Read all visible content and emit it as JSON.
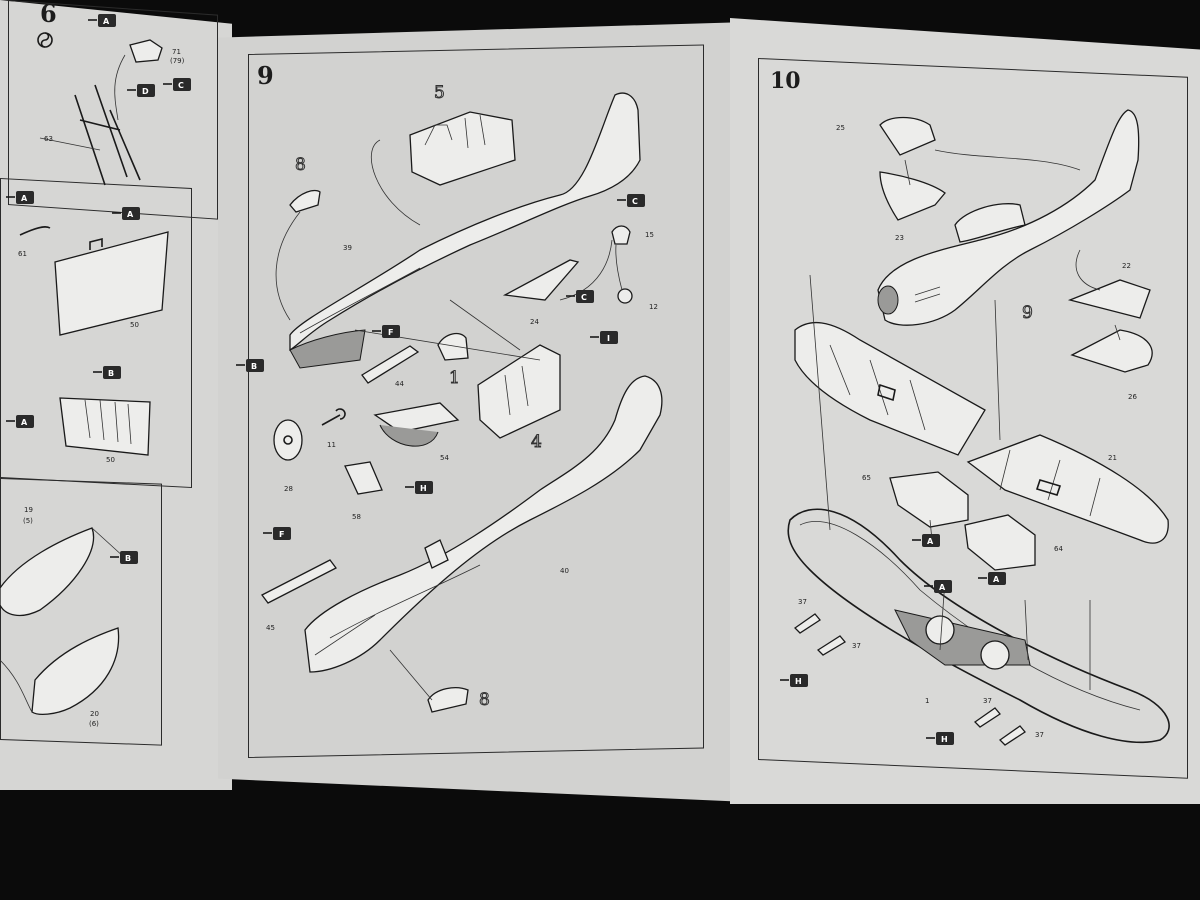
{
  "steps": {
    "left_step": "6",
    "center_step": "9",
    "right_step": "10"
  },
  "callouts": {
    "left": [
      "A",
      "D",
      "C",
      "A",
      "A",
      "B",
      "A",
      "B"
    ],
    "center": [
      "C",
      "C",
      "I",
      "F",
      "B",
      "H",
      "F"
    ],
    "right": [
      "A",
      "A",
      "A",
      "H",
      "H"
    ]
  },
  "part_numbers": {
    "left": [
      "71",
      "(79)",
      "63",
      "61",
      "50",
      "50",
      "19",
      "(5)",
      "20",
      "(6)"
    ],
    "center": [
      "39",
      "15",
      "12",
      "24",
      "44",
      "11",
      "28",
      "54",
      "58",
      "45",
      "40"
    ],
    "right": [
      "25",
      "23",
      "22",
      "26",
      "21",
      "65",
      "64",
      "37",
      "37",
      "1",
      "37",
      "37"
    ]
  },
  "outline_numbers": {
    "center": [
      "5",
      "8",
      "1",
      "4",
      "8"
    ],
    "right": [
      "9"
    ]
  }
}
